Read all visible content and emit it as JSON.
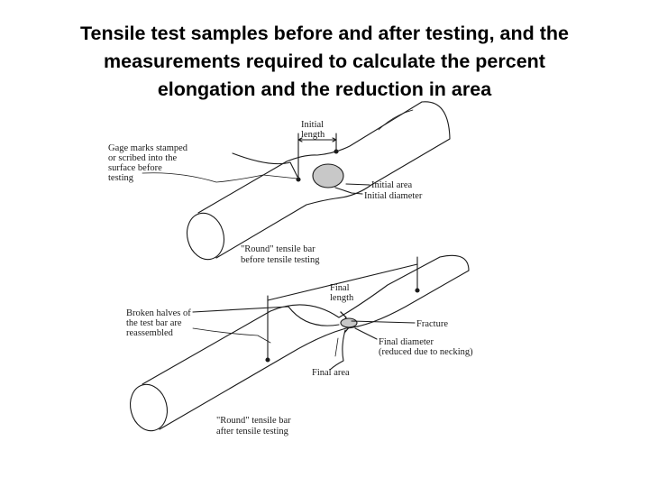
{
  "title": {
    "line1": "Tensile test samples before and after testing, and the",
    "line2": "measurements required to calculate the percent",
    "line3": "elongation and the reduction in area"
  },
  "diagram_before": {
    "initial_length_line1": "Initial",
    "initial_length_line2": "length",
    "gage_marks_line1": "Gage marks stamped",
    "gage_marks_line2": "or scribed into the",
    "gage_marks_line3": "surface before",
    "gage_marks_line4": "testing",
    "initial_area": "Initial area",
    "initial_diameter": "Initial diameter",
    "caption_line1": "\"Round\" tensile bar",
    "caption_line2": "before tensile testing"
  },
  "diagram_after": {
    "final_length_line1": "Final",
    "final_length_line2": "length",
    "broken_halves_line1": "Broken halves of",
    "broken_halves_line2": "the test bar are",
    "broken_halves_line3": "reassembled",
    "fracture": "Fracture",
    "final_diameter_line1": "Final diameter",
    "final_diameter_line2": "(reduced due to necking)",
    "final_area": "Final area",
    "caption_line1": "\"Round\" tensile bar",
    "caption_line2": "after tensile testing"
  },
  "colors": {
    "background": "#ffffff",
    "line": "#1a1a1a",
    "cross_section_fill": "#c8c8c8"
  }
}
